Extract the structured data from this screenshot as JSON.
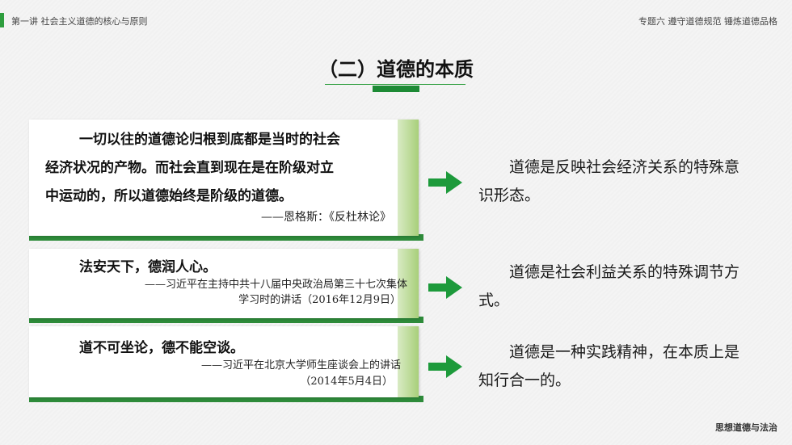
{
  "header": {
    "left": "第一讲  社会主义道德的核心与原则",
    "right": "专题六  遵守道德规范  锤炼道德品格"
  },
  "title": "（二）道德的本质",
  "items": [
    {
      "quote_lines": [
        "一切以往的道德论归根到底都是当时的社会",
        "经济状况的产物。而社会直到现在是在阶级对立",
        "中运动的，所以道德始终是阶级的道德。"
      ],
      "source": "——恩格斯：《反杜林论》",
      "desc": "道德是反映社会经济关系的特殊意识形态。"
    },
    {
      "quote_lines": [
        "法安天下，德润人心。"
      ],
      "source_lines": [
        "——习近平在主持中共十八届中央政治局第三十七次集体",
        "学习时的讲话（2016年12月9日）"
      ],
      "desc": "道德是社会利益关系的特殊调节方式。"
    },
    {
      "quote_lines": [
        "道不可坐论，德不能空谈。"
      ],
      "source_lines": [
        "——习近平在北京大学师生座谈会上的讲话",
        "（2014年5月4日）"
      ],
      "desc": "道德是一种实践精神，在本质上是知行合一的。"
    }
  ],
  "footer": "思想道德与法治",
  "colors": {
    "accent": "#2e9e3e",
    "fold": "#a8cf7a"
  },
  "icons": [
    "arrow-right-icon"
  ]
}
